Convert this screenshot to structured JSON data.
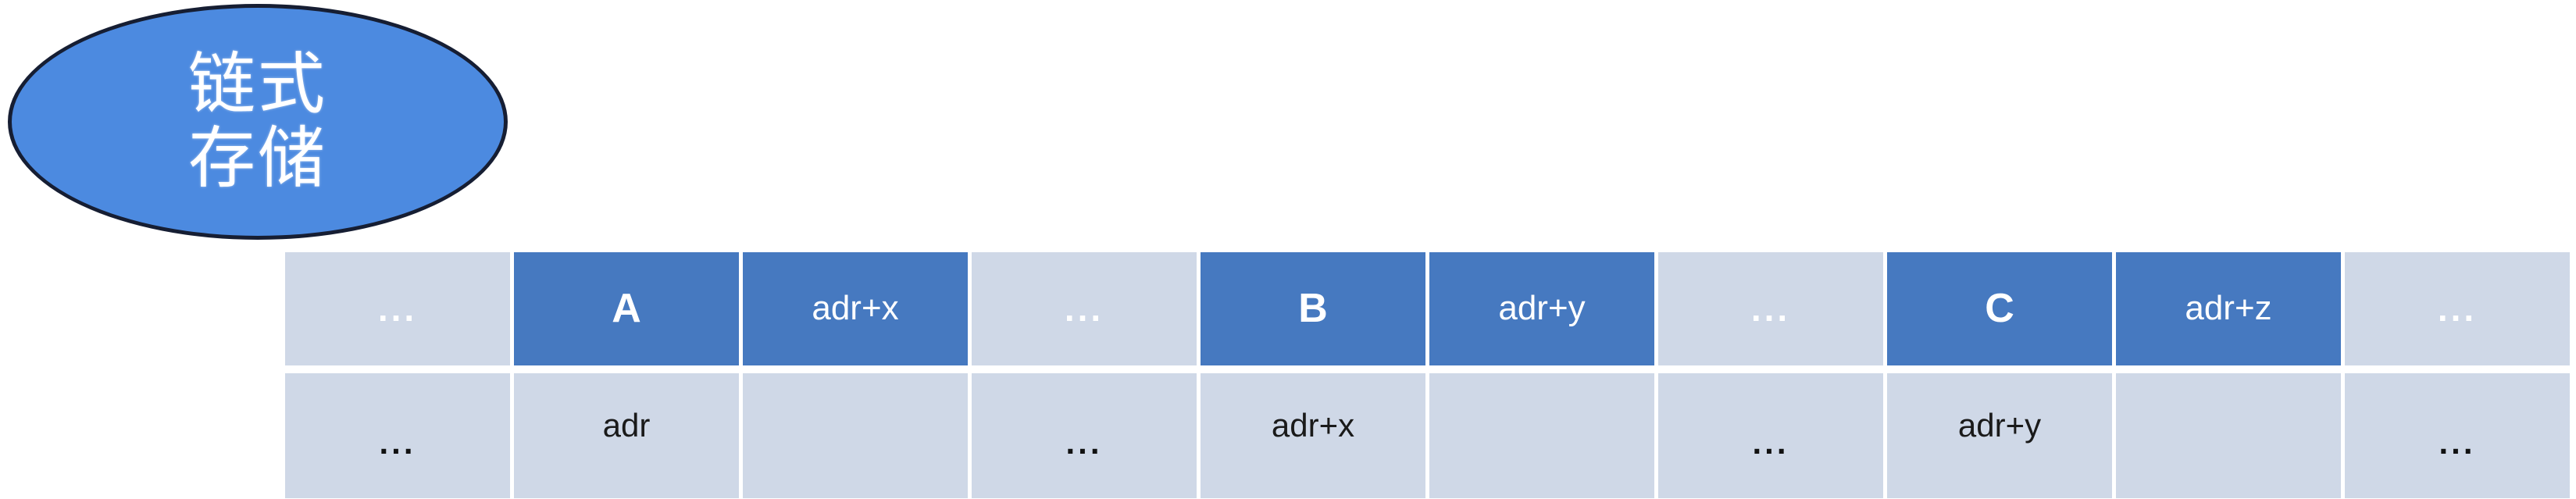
{
  "diagram": {
    "title_node": {
      "name": "chained-storage-label",
      "lines": [
        "链式",
        "存储"
      ],
      "fill_color": "#4C8AE0",
      "border_color": "#161E33",
      "text_color": "#FFFFFF"
    },
    "palette": {
      "cell_light": "#CFD8E7",
      "cell_dark": "#4679C0",
      "page_background": "#FFFFFF",
      "dark_text": "#111111",
      "light_text": "#FFFFFF"
    },
    "memory_table": {
      "column_count": 10,
      "rows": [
        {
          "row_name": "memory-contents-row",
          "cells": [
            {
              "text": "...",
              "kind": "dots",
              "fill": "light"
            },
            {
              "text": "A",
              "kind": "letter",
              "fill": "dark"
            },
            {
              "text": "adr+x",
              "kind": "value",
              "fill": "dark"
            },
            {
              "text": "...",
              "kind": "dots",
              "fill": "light"
            },
            {
              "text": "B",
              "kind": "letter",
              "fill": "dark"
            },
            {
              "text": "adr+y",
              "kind": "value",
              "fill": "dark"
            },
            {
              "text": "...",
              "kind": "dots",
              "fill": "light"
            },
            {
              "text": "C",
              "kind": "letter",
              "fill": "dark"
            },
            {
              "text": "adr+z",
              "kind": "value",
              "fill": "dark"
            },
            {
              "text": "...",
              "kind": "dots",
              "fill": "light"
            }
          ]
        },
        {
          "row_name": "memory-addresses-row",
          "cells": [
            {
              "text": "...",
              "kind": "dots",
              "fill": "light"
            },
            {
              "text": "adr",
              "kind": "value",
              "fill": "light"
            },
            {
              "text": "",
              "kind": "empty",
              "fill": "light"
            },
            {
              "text": "...",
              "kind": "dots",
              "fill": "light"
            },
            {
              "text": "adr+x",
              "kind": "value",
              "fill": "light"
            },
            {
              "text": "",
              "kind": "empty",
              "fill": "light"
            },
            {
              "text": "...",
              "kind": "dots",
              "fill": "light"
            },
            {
              "text": "adr+y",
              "kind": "value",
              "fill": "light"
            },
            {
              "text": "",
              "kind": "empty",
              "fill": "light"
            },
            {
              "text": "...",
              "kind": "dots",
              "fill": "light"
            }
          ]
        }
      ]
    }
  }
}
